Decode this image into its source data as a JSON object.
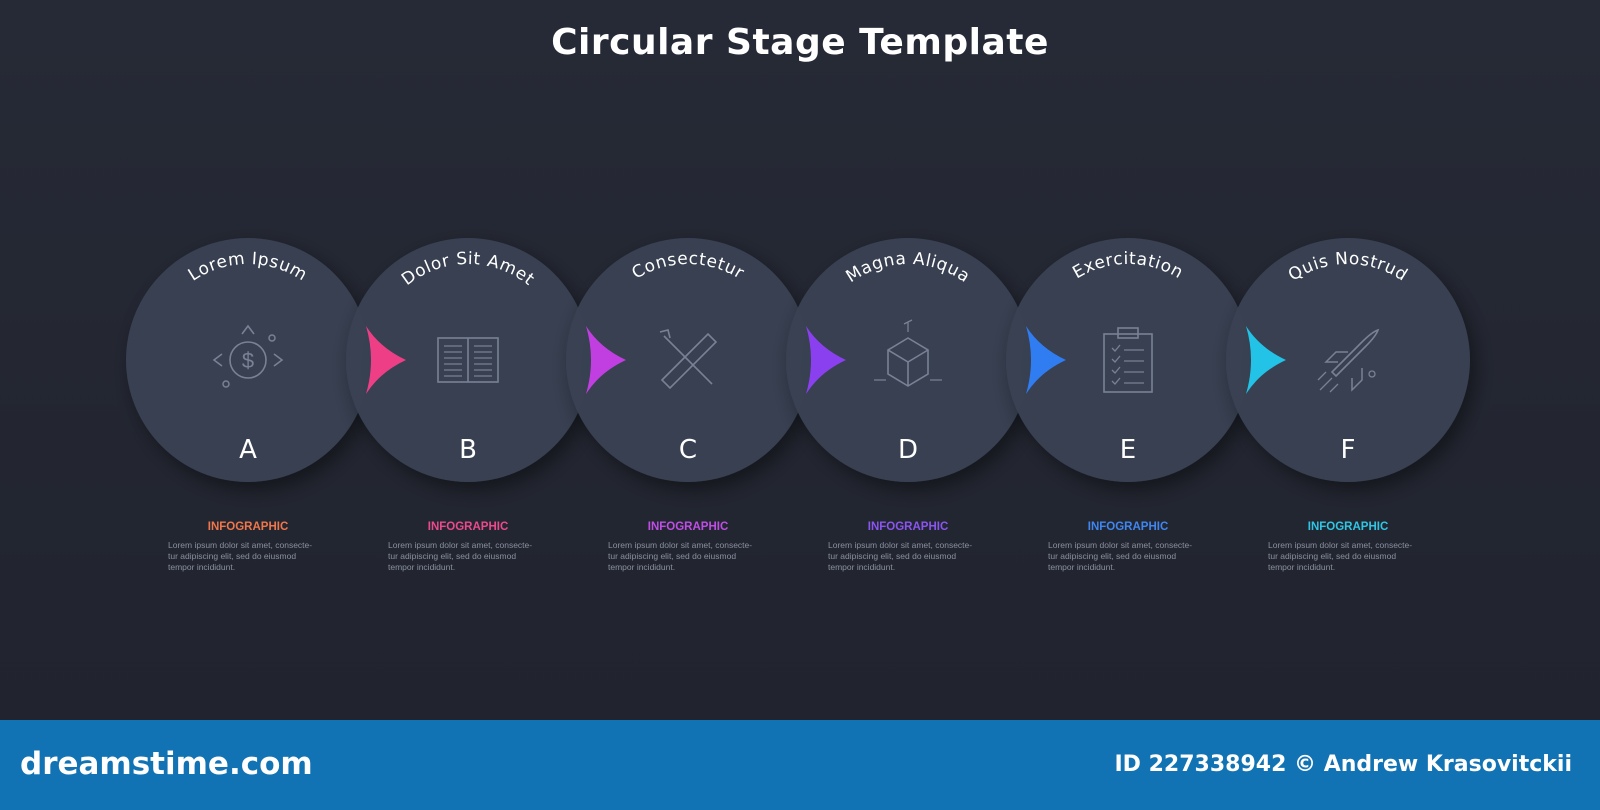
{
  "title": "Circular Stage Template",
  "stages": [
    {
      "name": "Lorem Ipsum",
      "letter": "A",
      "caption": "INFOGRAPHIC",
      "color": "#f0764b",
      "arrow": "#ee3f86",
      "icon": "money-icon",
      "text": [
        "Lorem ipsum dolor sit amet, consecte-",
        "tur adipiscing elit, sed do eiusmod",
        "tempor incididunt."
      ]
    },
    {
      "name": "Dolor Sit Amet",
      "letter": "B",
      "caption": "INFOGRAPHIC",
      "color": "#ec4a8c",
      "arrow": "#c13fe0",
      "icon": "book-icon",
      "text": [
        "Lorem ipsum dolor sit amet, consecte-",
        "tur adipiscing elit, sed do eiusmod",
        "tempor incididunt."
      ]
    },
    {
      "name": "Consectetur",
      "letter": "C",
      "caption": "INFOGRAPHIC",
      "color": "#c04ee6",
      "arrow": "#8a40ee",
      "icon": "ruler-pencil-icon",
      "text": [
        "Lorem ipsum dolor sit amet, consecte-",
        "tur adipiscing elit, sed do eiusmod",
        "tempor incididunt."
      ]
    },
    {
      "name": "Magna Aliqua",
      "letter": "D",
      "caption": "INFOGRAPHIC",
      "color": "#8a55f0",
      "arrow": "#2f7df0",
      "icon": "cube-icon",
      "text": [
        "Lorem ipsum dolor sit amet, consecte-",
        "tur adipiscing elit, sed do eiusmod",
        "tempor incididunt."
      ]
    },
    {
      "name": "Exercitation",
      "letter": "E",
      "caption": "INFOGRAPHIC",
      "color": "#3f86f0",
      "arrow": "#22c3e6",
      "icon": "clipboard-icon",
      "text": [
        "Lorem ipsum dolor sit amet, consecte-",
        "tur adipiscing elit, sed do eiusmod",
        "tempor incididunt."
      ]
    },
    {
      "name": "Quis Nostrud",
      "letter": "F",
      "caption": "INFOGRAPHIC",
      "color": "#2fc6e6",
      "arrow": null,
      "icon": "rocket-icon",
      "text": [
        "Lorem ipsum dolor sit amet, consecte-",
        "tur adipiscing elit, sed do eiusmod",
        "tempor incididunt."
      ]
    }
  ],
  "footer": {
    "brand": "dreamstime.com",
    "credit": "ID 227338942 © Andrew Krasovitckii"
  }
}
